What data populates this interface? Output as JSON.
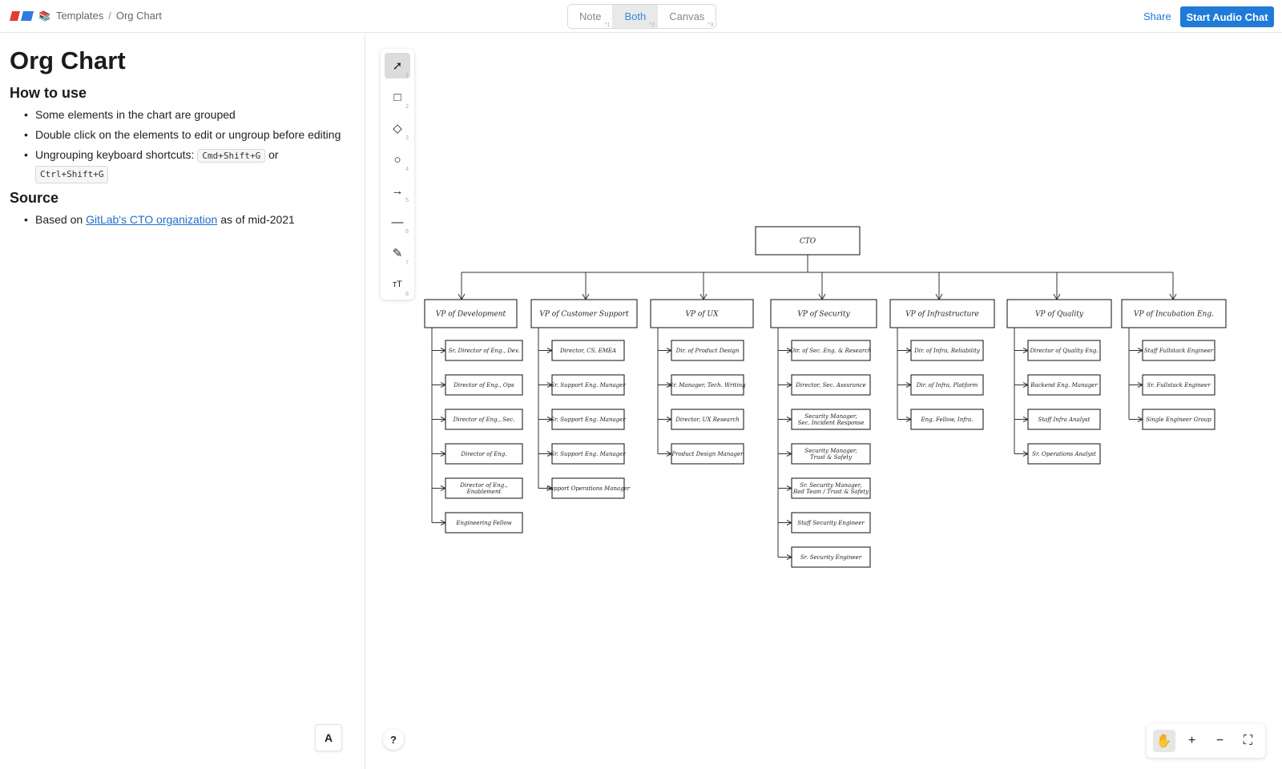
{
  "breadcrumb": {
    "root": "Templates",
    "current": "Org Chart"
  },
  "modes": [
    {
      "label": "Note",
      "kbd": "^1"
    },
    {
      "label": "Both",
      "kbd": "^2"
    },
    {
      "label": "Canvas",
      "kbd": "^3"
    }
  ],
  "header": {
    "share_label": "Share",
    "audio_label": "Start Audio Chat"
  },
  "note": {
    "title": "Org Chart",
    "how_heading": "How to use",
    "bullet1": "Some elements in the chart are grouped",
    "bullet2": "Double click on the elements to edit or ungroup before editing",
    "bullet3_prefix": "Ungrouping keyboard shortcuts:",
    "shortcut1": "Cmd+Shift+G",
    "bullet3_or": "or",
    "shortcut2": "Ctrl+Shift+G",
    "source_heading": "Source",
    "source_prefix": "Based on",
    "source_link": "GitLab's CTO organization",
    "source_suffix": "as of mid-2021",
    "font_button": "A"
  },
  "tools": [
    {
      "icon": "cursor-icon",
      "glyph": "➚",
      "num": "1"
    },
    {
      "icon": "rectangle-icon",
      "glyph": "□",
      "num": "2"
    },
    {
      "icon": "diamond-icon",
      "glyph": "◇",
      "num": "3"
    },
    {
      "icon": "circle-icon",
      "glyph": "○",
      "num": "4"
    },
    {
      "icon": "arrow-icon",
      "glyph": "→",
      "num": "5"
    },
    {
      "icon": "line-icon",
      "glyph": "—",
      "num": "6"
    },
    {
      "icon": "pencil-icon",
      "glyph": "✎",
      "num": "7"
    },
    {
      "icon": "text-icon",
      "glyph": "ᴛT",
      "num": "8"
    }
  ],
  "canvas_controls": {
    "help": "?",
    "zoom": [
      {
        "icon": "hand-icon",
        "glyph": "✋"
      },
      {
        "icon": "zoom-in-icon",
        "glyph": "+"
      },
      {
        "icon": "zoom-out-icon",
        "glyph": "−"
      },
      {
        "icon": "fit-screen-icon",
        "glyph": "⛶"
      }
    ]
  },
  "org": {
    "root": "CTO",
    "vps": [
      {
        "title": "VP of Development",
        "reports": [
          "Sr. Director of Eng., Dev.",
          "Director of Eng., Ops",
          "Director of Eng., Sec.",
          "Director of Eng.",
          "Director of Eng., Enablement",
          "Engineering Fellow"
        ]
      },
      {
        "title": "VP of Customer Support",
        "reports": [
          "Director, CS, EMEA",
          "Sr. Support Eng. Manager",
          "Sr. Support Eng. Manager",
          "Sr. Support Eng. Manager",
          "Support Operations Manager"
        ]
      },
      {
        "title": "VP of UX",
        "reports": [
          "Dir. of Product Design",
          "Sr. Manager, Tech. Writing",
          "Director, UX Research",
          "Product Design Manager"
        ]
      },
      {
        "title": "VP of Security",
        "reports": [
          "Dir. of Sec. Eng. & Research",
          "Director, Sec. Assurance",
          "Security Manager, Sec. Incident Response",
          "Security Manager, Trust & Safety",
          "Sr. Security Manager, Red Team / Trust & Safety",
          "Staff Security Engineer",
          "Sr. Security Engineer"
        ]
      },
      {
        "title": "VP of Infrastructure",
        "reports": [
          "Dir. of Infra, Reliability",
          "Dir. of Infra, Platform",
          "Eng. Fellow, Infra."
        ]
      },
      {
        "title": "VP of Quality",
        "reports": [
          "Director of Quality Eng.",
          "Backend Eng. Manager",
          "Staff Infra Analyst",
          "Sr. Operations Analyst"
        ]
      },
      {
        "title": "VP of Incubation Eng.",
        "reports": [
          "Staff Fullstack Engineer",
          "Sr. Fullstack Engineer",
          "Single Engineer Group"
        ]
      }
    ]
  }
}
